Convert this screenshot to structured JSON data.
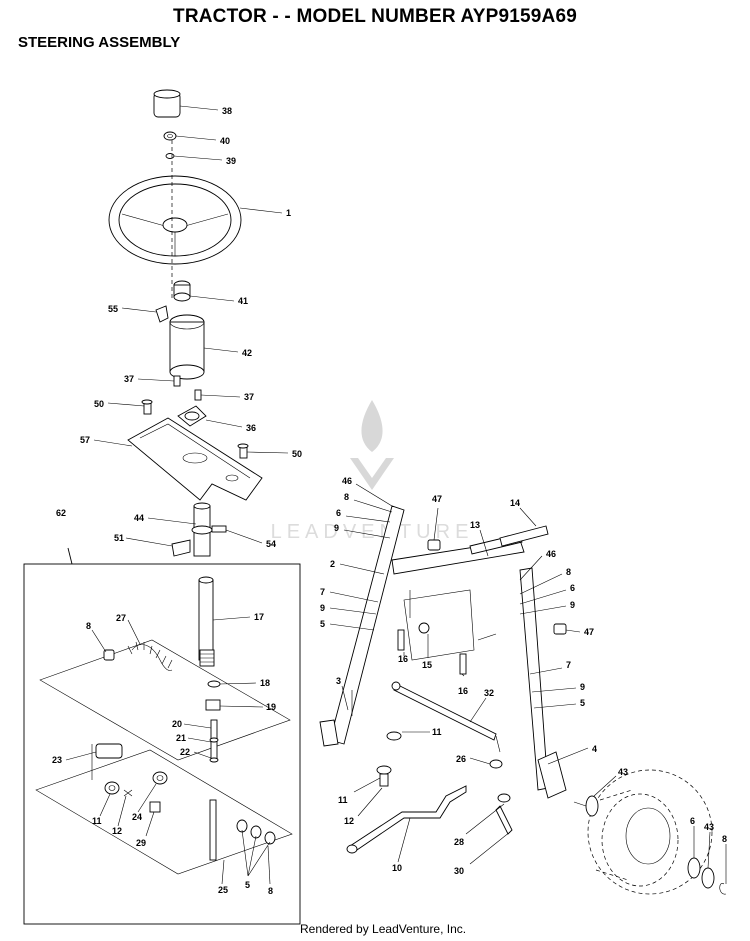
{
  "header": {
    "title": "TRACTOR - - MODEL NUMBER AYP9159A69",
    "subtitle": "STEERING ASSEMBLY"
  },
  "watermark": {
    "text": "LEADVENTURE"
  },
  "footer": {
    "text": "Rendered by LeadVenture, Inc."
  },
  "callouts": [
    {
      "id": "c38",
      "label": "38"
    },
    {
      "id": "c40",
      "label": "40"
    },
    {
      "id": "c39",
      "label": "39"
    },
    {
      "id": "c1",
      "label": "1"
    },
    {
      "id": "c55",
      "label": "55"
    },
    {
      "id": "c41",
      "label": "41"
    },
    {
      "id": "c42",
      "label": "42"
    },
    {
      "id": "c37a",
      "label": "37"
    },
    {
      "id": "c37b",
      "label": "37"
    },
    {
      "id": "c50a",
      "label": "50"
    },
    {
      "id": "c36",
      "label": "36"
    },
    {
      "id": "c57",
      "label": "57"
    },
    {
      "id": "c50b",
      "label": "50"
    },
    {
      "id": "c62",
      "label": "62"
    },
    {
      "id": "c44",
      "label": "44"
    },
    {
      "id": "c51",
      "label": "51"
    },
    {
      "id": "c54",
      "label": "54"
    },
    {
      "id": "c17",
      "label": "17"
    },
    {
      "id": "c27",
      "label": "27"
    },
    {
      "id": "c8a",
      "label": "8"
    },
    {
      "id": "c18",
      "label": "18"
    },
    {
      "id": "c19",
      "label": "19"
    },
    {
      "id": "c20",
      "label": "20"
    },
    {
      "id": "c21",
      "label": "21"
    },
    {
      "id": "c22",
      "label": "22"
    },
    {
      "id": "c23",
      "label": "23"
    },
    {
      "id": "c11a",
      "label": "11"
    },
    {
      "id": "c12a",
      "label": "12"
    },
    {
      "id": "c24",
      "label": "24"
    },
    {
      "id": "c29",
      "label": "29"
    },
    {
      "id": "c5a",
      "label": "5"
    },
    {
      "id": "c25",
      "label": "25"
    },
    {
      "id": "c8b",
      "label": "8"
    },
    {
      "id": "c46a",
      "label": "46"
    },
    {
      "id": "c8c",
      "label": "8"
    },
    {
      "id": "c6a",
      "label": "6"
    },
    {
      "id": "c9a",
      "label": "9"
    },
    {
      "id": "c47a",
      "label": "47"
    },
    {
      "id": "c14",
      "label": "14"
    },
    {
      "id": "c13",
      "label": "13"
    },
    {
      "id": "c2",
      "label": "2"
    },
    {
      "id": "c7a",
      "label": "7"
    },
    {
      "id": "c9b",
      "label": "9"
    },
    {
      "id": "c5b",
      "label": "5"
    },
    {
      "id": "c16a",
      "label": "16"
    },
    {
      "id": "c15",
      "label": "15"
    },
    {
      "id": "c46b",
      "label": "46"
    },
    {
      "id": "c8d",
      "label": "8"
    },
    {
      "id": "c6b",
      "label": "6"
    },
    {
      "id": "c9c",
      "label": "9"
    },
    {
      "id": "c47b",
      "label": "47"
    },
    {
      "id": "c16b",
      "label": "16"
    },
    {
      "id": "c3",
      "label": "3"
    },
    {
      "id": "c32",
      "label": "32"
    },
    {
      "id": "c7b",
      "label": "7"
    },
    {
      "id": "c9d",
      "label": "9"
    },
    {
      "id": "c5c",
      "label": "5"
    },
    {
      "id": "c11b",
      "label": "11"
    },
    {
      "id": "c4",
      "label": "4"
    },
    {
      "id": "c26",
      "label": "26"
    },
    {
      "id": "c43a",
      "label": "43"
    },
    {
      "id": "c11c",
      "label": "11"
    },
    {
      "id": "c12b",
      "label": "12"
    },
    {
      "id": "c28",
      "label": "28"
    },
    {
      "id": "c6c",
      "label": "6"
    },
    {
      "id": "c43b",
      "label": "43"
    },
    {
      "id": "c8e",
      "label": "8"
    },
    {
      "id": "c10",
      "label": "10"
    },
    {
      "id": "c30",
      "label": "30"
    }
  ]
}
